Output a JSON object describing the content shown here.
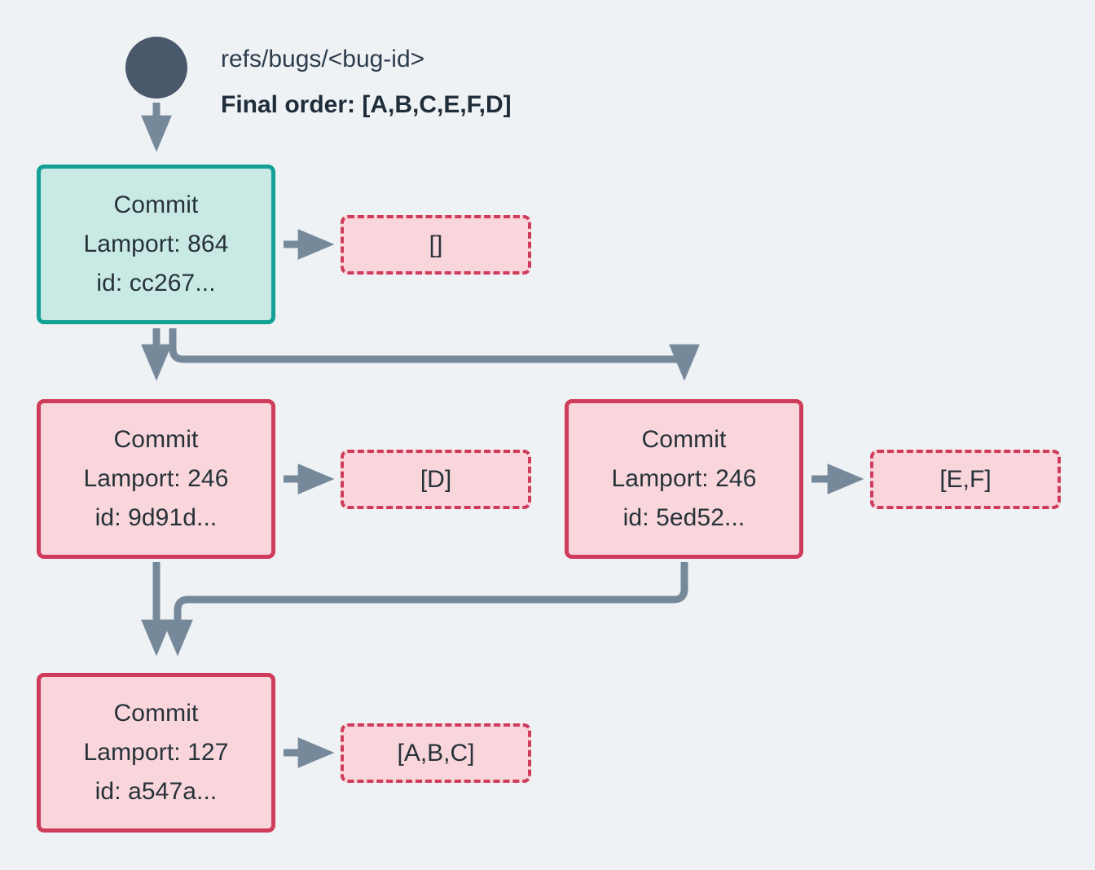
{
  "diagram": {
    "background_color": "#eff2f5",
    "edge_color": "#76899b",
    "text_color": "#263238",
    "head_node_border": "#12a193",
    "head_node_fill": "#c9e9e4",
    "commit_node_border": "#cf3c5b",
    "commit_node_fill": "#f9d6dc",
    "start_dot_color": "#49596b"
  },
  "header": {
    "ref_label": "refs/bugs/<bug-id>",
    "final_order_label": "Final order: [A,B,C,E,F,D]"
  },
  "nodes": [
    {
      "id": "cc267",
      "title": "Commit",
      "lamport": "Lamport: 864",
      "hash": "id: cc267...",
      "is_head": true
    },
    {
      "id": "9d91d",
      "title": "Commit",
      "lamport": "Lamport: 246",
      "hash": "id: 9d91d...",
      "is_head": false
    },
    {
      "id": "5ed52",
      "title": "Commit",
      "lamport": "Lamport: 246",
      "hash": "id: 5ed52...",
      "is_head": false
    },
    {
      "id": "a547a",
      "title": "Commit",
      "lamport": "Lamport: 127",
      "hash": "id: a547a...",
      "is_head": false
    }
  ],
  "payloads": [
    {
      "id": "payload-cc267",
      "value": "[]"
    },
    {
      "id": "payload-9d91d",
      "value": "[D]"
    },
    {
      "id": "payload-5ed52",
      "value": "[E,F]"
    },
    {
      "id": "payload-a547a",
      "value": "[A,B,C]"
    }
  ]
}
